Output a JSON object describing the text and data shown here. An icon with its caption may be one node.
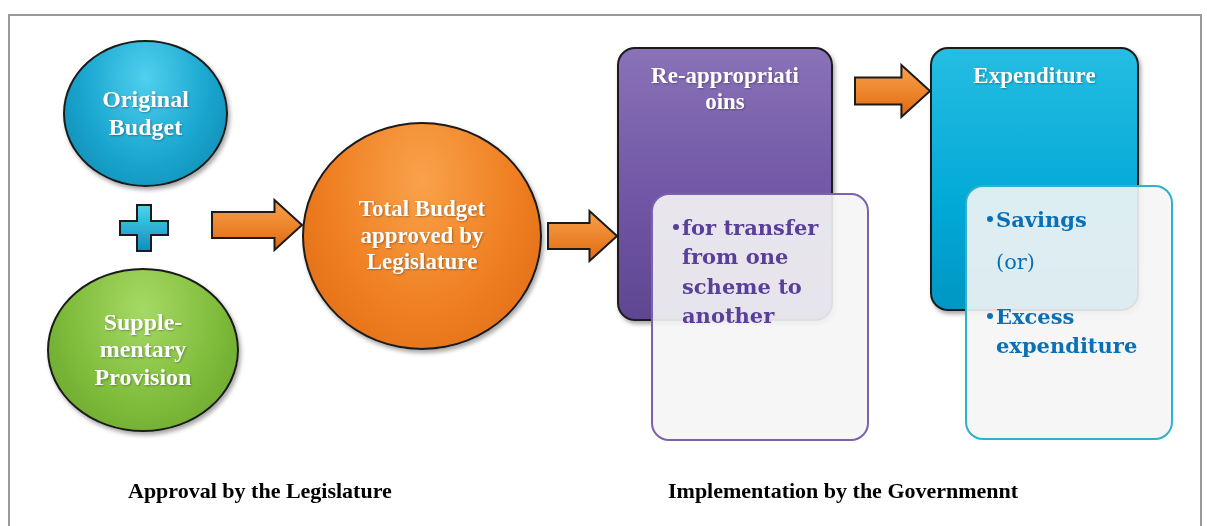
{
  "diagram": {
    "nodes": [
      {
        "text": [
          "Original Budget"
        ]
      },
      {
        "text": [
          "Supple- mentary Provision"
        ]
      },
      {
        "text": [
          "Total Budget approved by Legislature"
        ]
      },
      {
        "text": [
          "Re-appropriati oins"
        ]
      },
      {
        "text": [
          "for transfer from one scheme to another"
        ]
      },
      {
        "text": [
          "Expenditure"
        ]
      },
      {
        "text": [
          "Savings",
          "(or)",
          "Excess expenditure"
        ]
      }
    ],
    "edges": [
      {
        "from": 0,
        "to": 2,
        "arrow": "to"
      },
      {
        "from": 1,
        "to": 2,
        "arrow": "to"
      },
      {
        "from": 2,
        "to": 3,
        "arrow": "to"
      },
      {
        "from": 3,
        "to": 5,
        "arrow": "to"
      }
    ],
    "labels": [
      "Approval by the Legislature",
      "Implementation by the Governmennt"
    ]
  }
}
